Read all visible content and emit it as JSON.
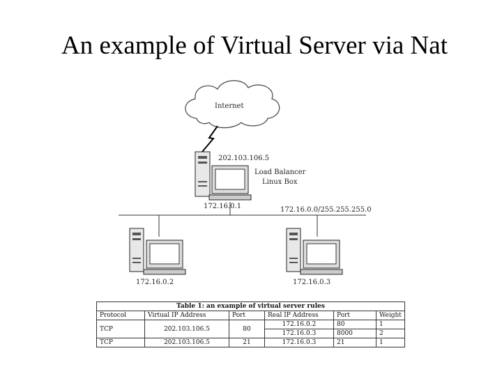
{
  "slide": {
    "title": "An example of Virtual Server via Nat"
  },
  "network": {
    "cloud_label": "Internet",
    "balancer": {
      "public_ip": "202.103.106.5",
      "name_line1": "Load Balancer",
      "name_line2": "Linux Box",
      "internal_ip": "172.16.0.1"
    },
    "subnet_label": "172.16.0.0/255.255.255.0",
    "servers": [
      {
        "ip": "172.16.0.2"
      },
      {
        "ip": "172.16.0.3"
      }
    ]
  },
  "table": {
    "caption": "Table 1: an example of virtual server rules",
    "headers": [
      "Protocol",
      "Virtual IP Address",
      "Port",
      "Real IP Address",
      "Port",
      "Weight"
    ],
    "rules": [
      {
        "protocol": "TCP",
        "virtual_ip": "202.103.106.5",
        "port": "80",
        "reals": [
          {
            "ip": "172.16.0.2",
            "port": "80",
            "weight": "1"
          },
          {
            "ip": "172.16.0.3",
            "port": "8000",
            "weight": "2"
          }
        ]
      },
      {
        "protocol": "TCP",
        "virtual_ip": "202.103.106.5",
        "port": "21",
        "reals": [
          {
            "ip": "172.16.0.3",
            "port": "21",
            "weight": "1"
          }
        ]
      }
    ]
  }
}
